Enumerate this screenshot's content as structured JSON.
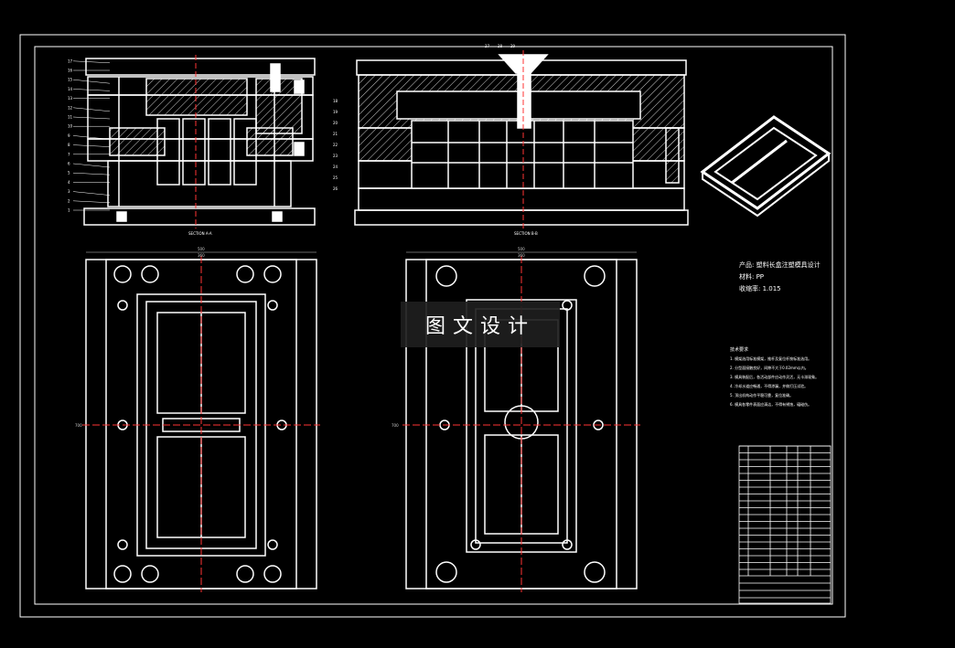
{
  "drawing": {
    "colors": {
      "background": "#000000",
      "line": "#ffffff",
      "center": "#ff3333",
      "dim": "#cccccc"
    },
    "section_a_label": "SECTION A-A",
    "section_b_label": "SECTION B-B",
    "dim_plan_left_width": "500",
    "dim_plan_left_inner": "360",
    "dim_plan_right_width": "500",
    "dim_plan_right_inner": "360",
    "dim_plan_left_height": "700",
    "dim_plan_right_height": "700",
    "watermark": "图文设计",
    "info": {
      "product": "产品: 塑料长盒注塑模具设计",
      "material": "材料: PP",
      "shrink": "收缩率: 1.015"
    },
    "notes": {
      "title": "技术要求",
      "lines": [
        "1. 模架选用标准模架，推杆及复位杆按标准选用。",
        "2. 分型面接触良好，间隙不大于0.02mm以内。",
        "3. 模具装配后，各活动部件应动作灵活，无卡滞现象。",
        "4. 冷却水道应畅通，不得渗漏，并做打压试验。",
        "5. 顶出机构动作平稳可靠，复位准确。",
        "6. 模具各零件表面应清洁，不得有锈蚀，磕碰伤。"
      ]
    },
    "part_numbers": [
      "1",
      "2",
      "3",
      "4",
      "5",
      "6",
      "7",
      "8",
      "9",
      "10",
      "11",
      "12",
      "13",
      "14",
      "15",
      "16",
      "17"
    ],
    "section_b_callouts": [
      "18",
      "19",
      "20",
      "21",
      "22",
      "23",
      "24",
      "25",
      "26"
    ],
    "top_callouts": [
      "27",
      "28",
      "29"
    ]
  }
}
